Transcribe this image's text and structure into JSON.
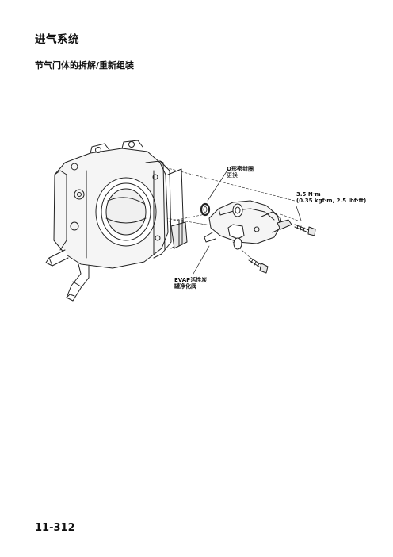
{
  "header": {
    "section_title": "进气系统",
    "subtitle": "节气门体的拆解/重新组装"
  },
  "figure": {
    "oring_label": "O形密封圈",
    "oring_note": "更换",
    "torque_line1": "3.5 N·m",
    "torque_line2": "(0.35 kgf·m, 2.5 lbf·ft)",
    "evap_line1": "EVAP活性炭",
    "evap_line2": "罐净化阀"
  },
  "footer": {
    "page_number": "11-312"
  }
}
